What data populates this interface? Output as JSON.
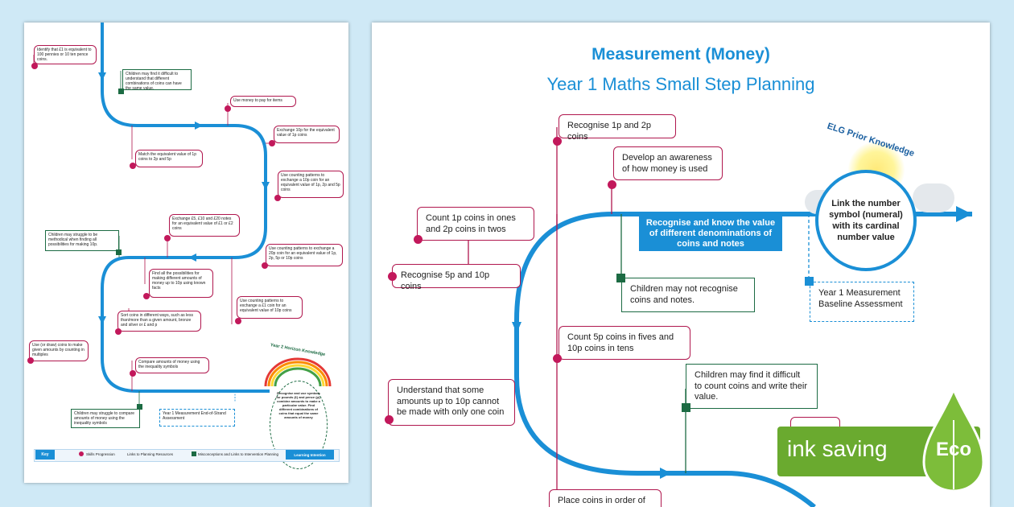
{
  "left_sheet": {
    "boxes": [
      {
        "text": "Identify that £1 is equivalent to 100 pennies or 10 ten pence coins."
      },
      {
        "text": "Children may find it difficult to understand that different combinations of coins can have the same value."
      },
      {
        "text": "Use money to pay for items"
      },
      {
        "text": "Exchange 10p for the equivalent value of 1p coins"
      },
      {
        "text": "Match the equivalent value of 1p coins to 2p and 5p"
      },
      {
        "text": "Use counting patterns to exchange a 10p coin for an equivalent value of 1p, 2p and 5p coins"
      },
      {
        "text": "Exchange £5, £10 and £20 notes for an equivalent value of £1 or £2 coins"
      },
      {
        "text": "Children may struggle to be methodical when finding all possibilities for making 10p."
      },
      {
        "text": "Use counting patterns to exchange a 20p coin for an equivalent value of 1p, 2p, 5p or 10p coins"
      },
      {
        "text": "Find all the possibilities for making different amounts of money up to 10p using known facts"
      },
      {
        "text": "Use counting patterns to exchange a £1 coin for an equivalent value of 10p coins"
      },
      {
        "text": "Sort coins in different ways, such as less than/more than a given amount, bronze and silver or £ and p"
      },
      {
        "text": "Use (or draw) coins to make given amounts by counting in multiples"
      },
      {
        "text": "Compare amounts of money using the inequality symbols"
      },
      {
        "text": "Year 1 Measurement End-of-Strand Assessment"
      },
      {
        "text": "Children may struggle to compare amounts of money using the inequality symbols"
      }
    ],
    "horizon_title": "Year 2 Horizon Knowledge",
    "horizon_text": "Recognise and use symbols for pounds (£) and pence (p); combine amounts to make a particular value. Find different combinations of coins that equal the same amounts of money",
    "key": {
      "title": "Key",
      "skills": "Skills Progression",
      "links": "Links to Planning Resources",
      "misconceptions": "Misconceptions and Links to Intervention Planning",
      "learning": "Learning Intention"
    }
  },
  "right_sheet": {
    "title": "Measurement (Money)",
    "subtitle": "Year 1 Maths Small Step Planning",
    "banner": "Recognise and know the value of different denominations of coins and notes",
    "elg_title": "ELG Prior Knowledge",
    "elg_text": "Link the number symbol (numeral) with its cardinal number value",
    "baseline": "Year 1 Measurement Baseline Assessment",
    "boxes": {
      "recognise_1p2p": "Recognise 1p and 2p coins",
      "awareness": "Develop an awareness of how money is used",
      "count_1p2p": "Count 1p coins in ones and 2p coins in twos",
      "recognise_5p10p": "Recognise 5p and 10p coins",
      "misconception_coins": "Children may not recognise coins and notes.",
      "count_5p10p": "Count 5p coins in fives and 10p coins in tens",
      "cannot_make": "Understand that some amounts up to 10p cannot be made with only one coin",
      "misconception_count": "Children may find it difficult to count coins and write their value.",
      "place_coins": "Place coins in order of"
    }
  },
  "eco_badge": {
    "text": "ink saving",
    "word": "Eco"
  },
  "colors": {
    "accent": "#1a8fd6",
    "skills": "#b0174e",
    "misconception": "#1c6b43",
    "eco": "#6aaa2f"
  }
}
